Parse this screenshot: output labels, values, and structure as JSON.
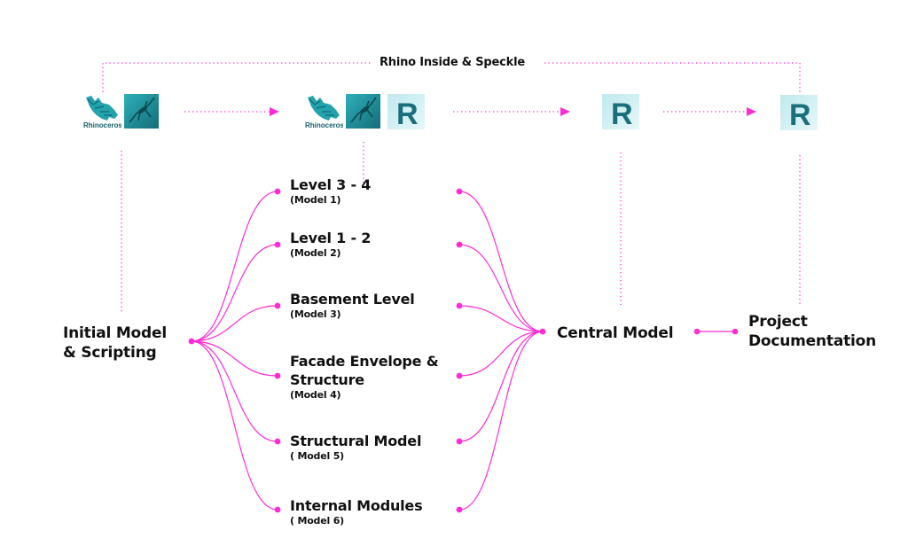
{
  "colors": {
    "accent": "#ff2bd6",
    "text": "#111111",
    "rhino_teal": "#1c8a94",
    "grasshopper_teal": "#1f8e97",
    "revit_bg": "#cdeff2",
    "revit_letter": "#1b6f7c"
  },
  "top_connector": {
    "label": "Rhino Inside & Speckle"
  },
  "stages": [
    {
      "name": "initial",
      "icons": [
        "rhinoceros-logo",
        "grasshopper-logo"
      ],
      "label": "Initial Model & Scripting",
      "label_lines": [
        "Initial Model",
        "& Scripting"
      ]
    },
    {
      "name": "split",
      "icons": [
        "rhinoceros-logo",
        "grasshopper-logo",
        "revit-logo"
      ]
    },
    {
      "name": "central",
      "icons": [
        "revit-logo"
      ],
      "label": "Central Model"
    },
    {
      "name": "documentation",
      "icons": [
        "revit-logo"
      ],
      "label": "Project Documentation",
      "label_lines": [
        "Project",
        "Documentation"
      ]
    }
  ],
  "icon_text": {
    "rhino_wordmark": "Rhinoceros",
    "revit_letter": "R"
  },
  "models": [
    {
      "title": "Level 3 - 4",
      "subtitle": "(Model 1)"
    },
    {
      "title": "Level 1 - 2",
      "subtitle": "(Model 2)"
    },
    {
      "title": "Basement Level",
      "subtitle": "(Model 3)"
    },
    {
      "title": "Facade Envelope & Structure",
      "title_lines": [
        "Facade Envelope &",
        "Structure"
      ],
      "subtitle": "(Model 4)"
    },
    {
      "title": "Structural Model",
      "subtitle": "( Model 5)"
    },
    {
      "title": "Internal Modules",
      "subtitle": "( Model 6)"
    }
  ]
}
